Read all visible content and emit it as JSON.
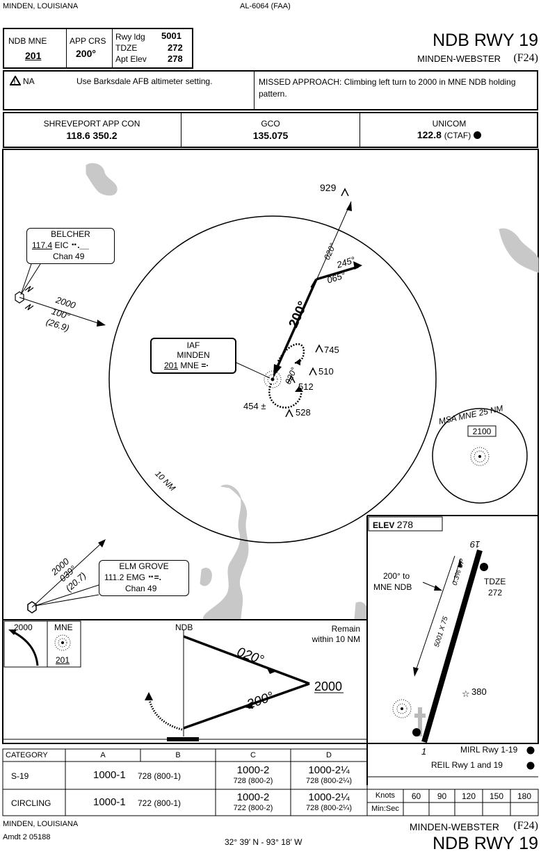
{
  "header": {
    "location": "MINDEN, LOUISIANA",
    "chart_id": "AL-6064 (FAA)",
    "procedure": "NDB RWY 19",
    "airport": "MINDEN-WEBSTER",
    "airport_id": "(F24)",
    "nav_label": "NDB MNE",
    "nav_freq": "201",
    "app_crs_label": "APP CRS",
    "app_crs": "200°",
    "rwy_ldg_label": "Rwy ldg",
    "rwy_ldg": "5001",
    "tdze_label": "TDZE",
    "tdze": "272",
    "apt_elev_label": "Apt Elev",
    "apt_elev": "278"
  },
  "notes": {
    "na": "NA",
    "altimeter": "Use Barksdale AFB altimeter setting.",
    "missed_approach_label": "MISSED APPROACH:",
    "missed_approach": "Climbing left turn to 2000 in MNE NDB holding pattern."
  },
  "comms": {
    "app_con_label": "SHREVEPORT APP CON",
    "app_con_freq": "118.6  350.2",
    "gco_label": "GCO",
    "gco_freq": "135.075",
    "unicom_label": "UNICOM",
    "unicom_freq": "122.8",
    "unicom_ctaf": "(CTAF)"
  },
  "planview": {
    "obstacle_929": "929",
    "belcher_name": "BELCHER",
    "belcher_freq": "117.4",
    "belcher_id": "EIC",
    "belcher_chan": "Chan 49",
    "route1_alt": "2000",
    "route1_crs": "100°",
    "route1_dist": "(26.9)",
    "iaf_label": "IAF",
    "iaf_name": "MINDEN",
    "iaf_freq": "201",
    "iaf_id": "MNE",
    "crs_020": "020°",
    "crs_245": "245°",
    "crs_065": "065°",
    "crs_200": "200°",
    "crs_020b": "020°",
    "obs_745": "745",
    "obs_510": "510",
    "obs_512": "512",
    "obs_454": "454",
    "obs_528": "528",
    "ring_label": "10 NM",
    "msa_label": "MSA MNE 25 NM",
    "msa_alt": "2100",
    "elmgrove_name": "ELM GROVE",
    "elmgrove_freq": "111.2",
    "elmgrove_id": "EMG",
    "elmgrove_chan": "Chan 49",
    "route2_alt": "2000",
    "route2_crs": "039°",
    "route2_dist": "(20.7)"
  },
  "profile": {
    "missed_alt": "2000",
    "mne_label": "MNE",
    "mne_freq": "201",
    "ndb_label": "NDB",
    "remain_1": "Remain",
    "remain_2": "within 10 NM",
    "crs_020": "020°",
    "crs_200": "200°",
    "alt_2000": "2000"
  },
  "airport_diagram": {
    "elev_label": "ELEV",
    "elev": "278",
    "rwy_top": "19",
    "rwy_bottom": "1",
    "grad": "0.3% UP",
    "dims": "5001 X 75",
    "arrow_1": "200° to",
    "arrow_2": "MNE NDB",
    "tdze_label": "TDZE",
    "tdze": "272",
    "obs_380": "380",
    "mirl": "MIRL Rwy 1-19",
    "reil": "REIL Rwy 1 and 19"
  },
  "minimums": {
    "headers": [
      "CATEGORY",
      "A",
      "B",
      "C",
      "D"
    ],
    "rows": [
      {
        "cat": "S-19",
        "ab_main": "1000-1",
        "ab_sub": "728 (800-1)",
        "c_main": "1000-2",
        "c_sub": "728 (800-2)",
        "d_main": "1000-2¼",
        "d_sub": "728 (800-2¼)"
      },
      {
        "cat": "CIRCLING",
        "ab_main": "1000-1",
        "ab_sub": "722 (800-1)",
        "c_main": "1000-2",
        "c_sub": "722 (800-2)",
        "d_main": "1000-2¼",
        "d_sub": "728 (800-2¼)"
      }
    ],
    "knots_label": "Knots",
    "knots": [
      "60",
      "90",
      "120",
      "150",
      "180"
    ],
    "minsec_label": "Min:Sec"
  },
  "footer": {
    "location": "MINDEN, LOUISIANA",
    "amdt": "Amdt 2  05188",
    "coords": "32° 39′ N - 93° 18′ W",
    "airport": "MINDEN-WEBSTER",
    "airport_id": "(F24)",
    "procedure": "NDB RWY 19"
  },
  "colors": {
    "water": "#c8c8c8",
    "ink": "#000000"
  }
}
